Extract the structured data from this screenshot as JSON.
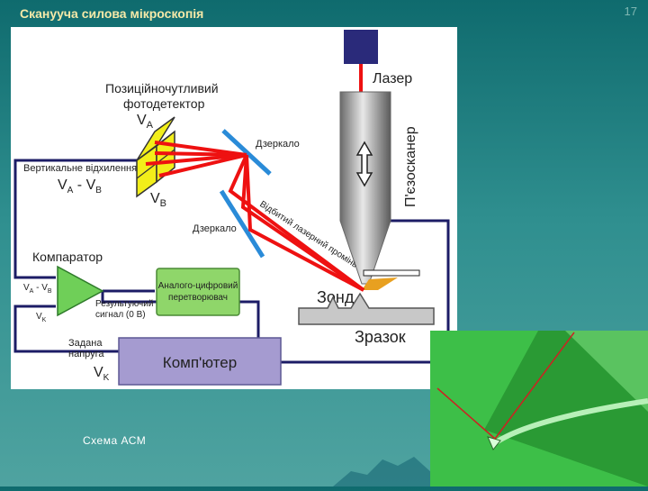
{
  "slide": {
    "title": "Сканууча силова мікроскопія",
    "page_number": "17"
  },
  "diagram": {
    "labels": {
      "laser": "Лазер",
      "piezoscanner": "П'єзосканер",
      "photodetector_line1": "Позиційночутливий",
      "photodetector_line2": "фотодетектор",
      "va": "V",
      "va_sub": "A",
      "vb": "V",
      "vb_sub": "B",
      "mirror_upper": "Дзеркало",
      "mirror_lower": "Дзеркало",
      "vertical_deflection": "Вертикальне відхилення",
      "va_minus_vb": "V",
      "va_minus_vb_mid": " - V",
      "comparator": "Компаратор",
      "comparator_in1": "V",
      "comparator_in1_rest": " - V",
      "comparator_in2": "V",
      "comparator_in2_sub": "K",
      "adc_line1": "Аналого-цифровий",
      "adc_line2": "перетворювач",
      "result_line1": "Результуючий",
      "result_line2": "сигнал (0 В)",
      "setpoint_line1": "Задана",
      "setpoint_line2": "напруга",
      "computer": "Комп'ютер",
      "vk": "V",
      "vk_sub": "K",
      "reflected_beam": "Відбитий лазерний промінь",
      "probe": "Зонд",
      "sample": "Зразок"
    },
    "colors": {
      "laser_beam": "#ee1111",
      "laser_box": "#2a2a7a",
      "wire": "#1c1c66",
      "photodetector": "#f2ee1a",
      "mirror": "#2a8bd8",
      "comparator": "#6fcf58",
      "adc": "#8fd66a",
      "computer": "#a59bd0",
      "probe_tip": "#e8a020"
    }
  },
  "caption": "Схема АСМ",
  "photo": {
    "colors": {
      "background": "#3dbf48",
      "dark_region": "#2a9a34",
      "cantilever": "#b8f0b8",
      "beam": "#cc2222"
    }
  }
}
